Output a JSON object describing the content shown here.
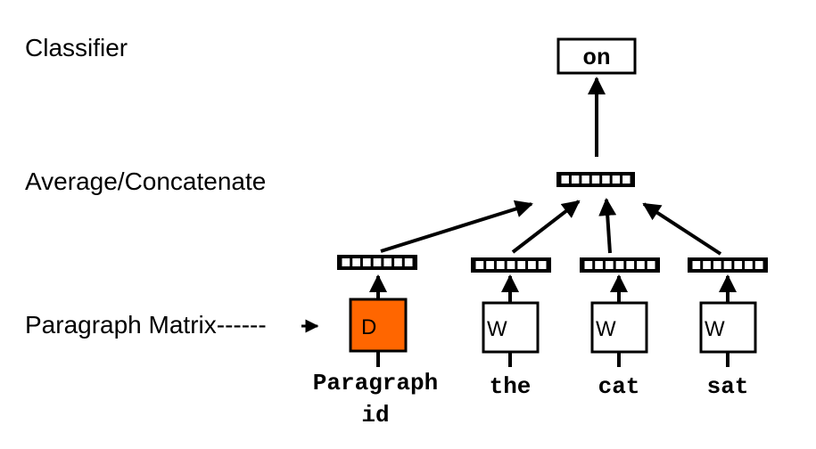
{
  "labels": {
    "classifier": "Classifier",
    "average": "Average/Concatenate",
    "paragraph_matrix": "Paragraph Matrix------"
  },
  "output": {
    "word": "on"
  },
  "paragraph": {
    "box_letter": "D",
    "id_line1": "Paragraph",
    "id_line2": "id",
    "fill_color": "#ff6600"
  },
  "words": [
    {
      "box_letter": "W",
      "token": "the"
    },
    {
      "box_letter": "W",
      "token": "cat"
    },
    {
      "box_letter": "W",
      "token": "sat"
    }
  ]
}
